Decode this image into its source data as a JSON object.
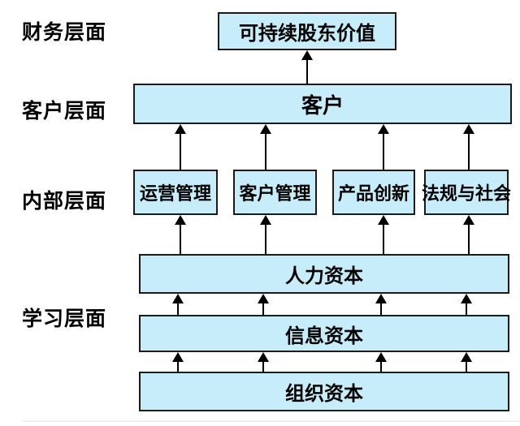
{
  "diagram": {
    "type": "strategy-map",
    "rows": {
      "financial": {
        "label": "财务层面",
        "box": "可持续股东价值"
      },
      "customer": {
        "label": "客户层面",
        "box": "客户"
      },
      "internal": {
        "label": "内部层面",
        "boxes": [
          "运营管理",
          "客户管理",
          "产品创新",
          "法规与社会"
        ]
      },
      "learning": {
        "label": "学习层面",
        "boxes": [
          "人力资本",
          "信息资本",
          "组织资本"
        ]
      }
    },
    "connections": [
      "客户 -> 可持续股东价值",
      "运营管理 -> 客户",
      "客户管理 -> 客户",
      "产品创新 -> 客户",
      "法规与社会 -> 客户",
      "人力资本 -> 运营管理",
      "人力资本 -> 客户管理",
      "人力资本 -> 产品创新",
      "人力资本 -> 法规与社会",
      "信息资本 -> 人力资本",
      "组织资本 -> 信息资本"
    ],
    "colors": {
      "box_fill": "#c8edfa",
      "box_border": "#1a1a1a",
      "arrow": "#000000",
      "background": "#ffffff",
      "text": "#000000"
    }
  }
}
